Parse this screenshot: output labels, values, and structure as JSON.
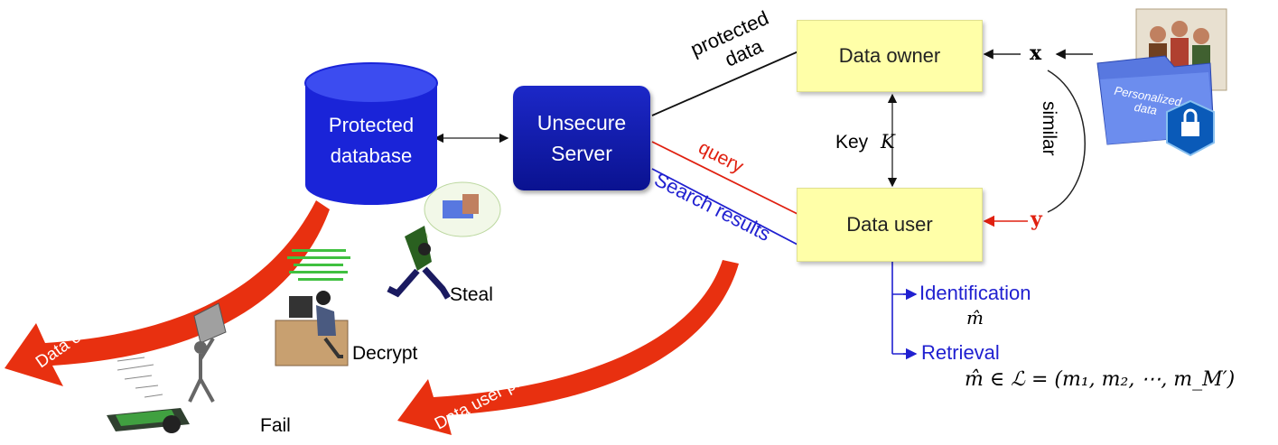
{
  "nodes": {
    "database": "Protected database",
    "server_line1": "Unsecure",
    "server_line2": "Server",
    "owner": "Data owner",
    "user": "Data user",
    "db_line1": "Protected",
    "db_line2": "database"
  },
  "edges": {
    "protected": "protected",
    "data": "data",
    "query": "query",
    "search_results": "Search results",
    "key": "Key",
    "key_symbol": "K",
    "similar": "similar",
    "x": "x",
    "y": "y"
  },
  "outputs": {
    "identification": "Identification",
    "m_hat": "m̂",
    "retrieval": "Retrieval",
    "retrieval_formula": "m̂ ∈ ℒ = (m₁, m₂, ⋯, m_M′)"
  },
  "folder": {
    "line1": "Personalized",
    "line2": "data"
  },
  "attacks": {
    "steal": "Steal",
    "decrypt": "Decrypt",
    "fail": "Fail"
  },
  "arrows": {
    "owner_privacy": "Data owner privacy",
    "user_privacy": "Data user privacy"
  },
  "colors": {
    "server": "#0e1aa8",
    "database": "#1a24d8",
    "box": "#ffffa8",
    "query": "#e02010",
    "results": "#2020d0",
    "privacy_arrow": "#e83010"
  }
}
